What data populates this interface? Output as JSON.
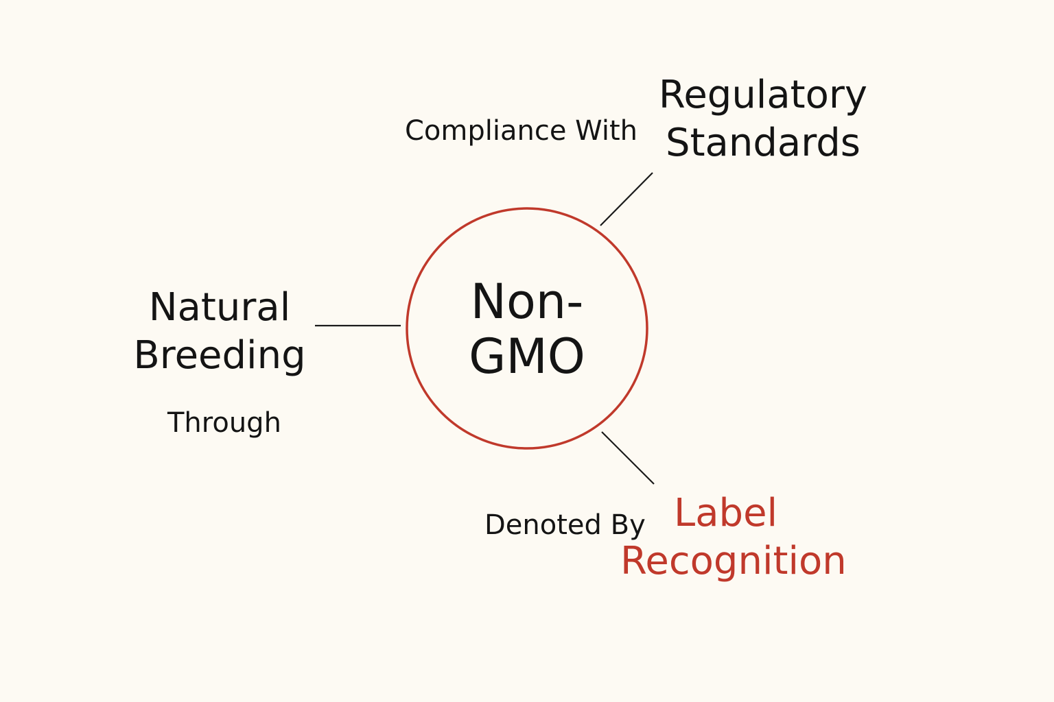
{
  "colors": {
    "background": "#fdfaf3",
    "text": "#141414",
    "accent": "#c0392b",
    "connector": "#1a1a1a"
  },
  "center": {
    "line1": "Non-",
    "line2": "GMO"
  },
  "branches": {
    "regulatory": {
      "relation": "Compliance With",
      "line1": "Regulatory",
      "line2": "Standards"
    },
    "breeding": {
      "relation": "Through",
      "line1": "Natural",
      "line2": "Breeding"
    },
    "label": {
      "relation": "Denoted By",
      "line1": "Label",
      "line2": "Recognition"
    }
  }
}
